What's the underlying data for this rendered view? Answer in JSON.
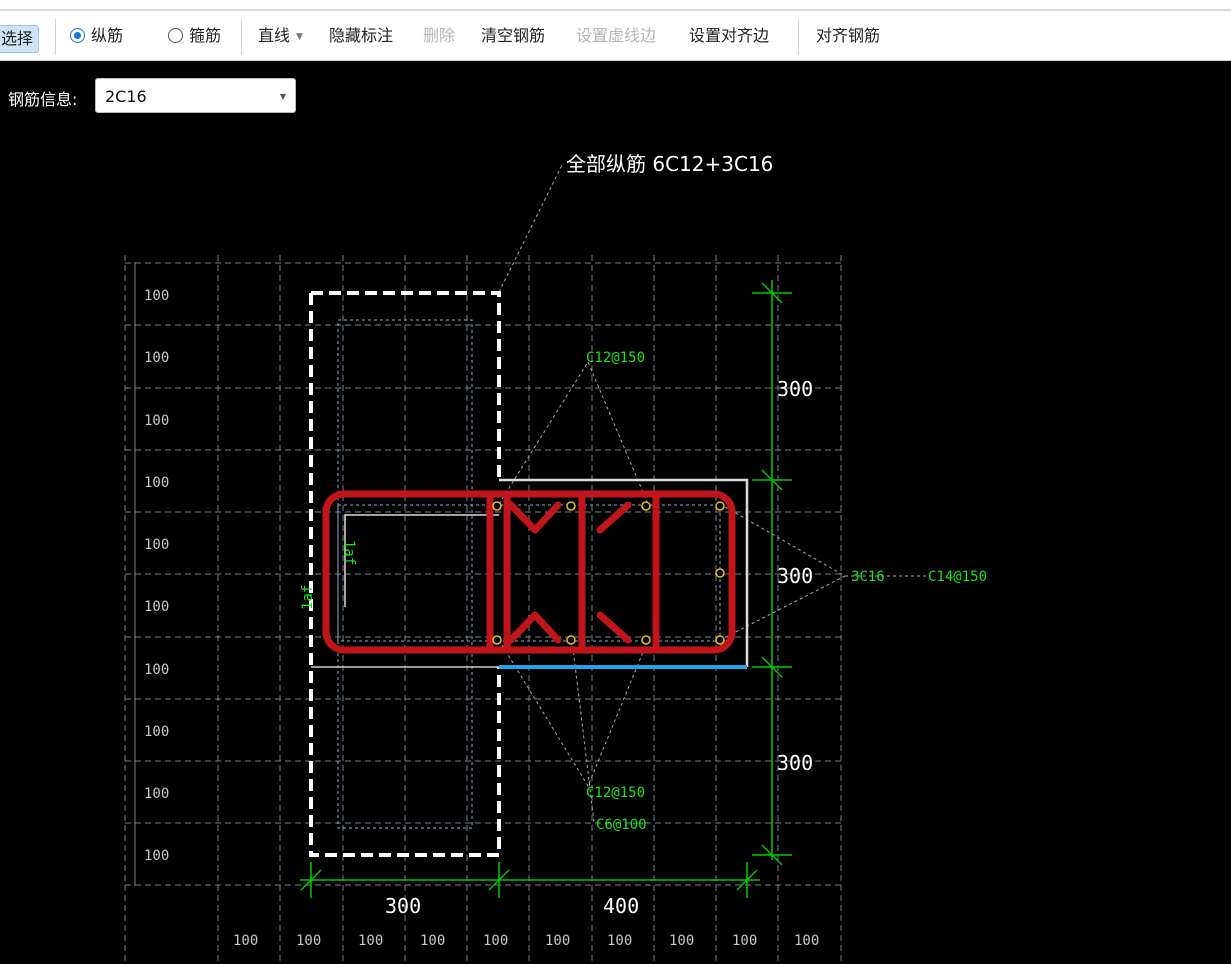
{
  "toolbar": {
    "select": "选择",
    "radio_longitudinal": "纵筋",
    "radio_stirrup": "箍筋",
    "line": "直线",
    "hide_annotation": "隐藏标注",
    "delete": "删除",
    "clear_rebar": "清空钢筋",
    "set_dashed_edge": "设置虚线边",
    "set_align_edge": "设置对齐边",
    "align_rebar": "对齐钢筋"
  },
  "rebar_info": {
    "label": "钢筋信息:",
    "value": "2C16"
  },
  "drawing": {
    "total_longitudinal": "全部纵筋   6C12+3C16",
    "stirrup_top": "C12@150",
    "stirrup_bottom": "C12@150",
    "tie_bottom": "C6@100",
    "side_rebar": "3C16",
    "side_stirrup": "C14@150",
    "anchor_label": "1af",
    "dim_vertical": [
      "300",
      "300",
      "300"
    ],
    "dim_horizontal": [
      "300",
      "400"
    ],
    "grid_label": "100",
    "left_grid_labels": [
      "100",
      "100",
      "100",
      "100",
      "100",
      "100",
      "100",
      "100",
      "100",
      "100"
    ],
    "bottom_grid_labels": [
      "100",
      "100",
      "100",
      "100",
      "100",
      "100",
      "100",
      "100",
      "100",
      "100"
    ]
  },
  "colors": {
    "rebar_red": "#c0161b",
    "dim_green": "#00c800",
    "label_green": "#19e619",
    "edge_blue": "#1ea5e6",
    "grid_gray": "#7c8190",
    "node_yellow": "#e0c020"
  }
}
